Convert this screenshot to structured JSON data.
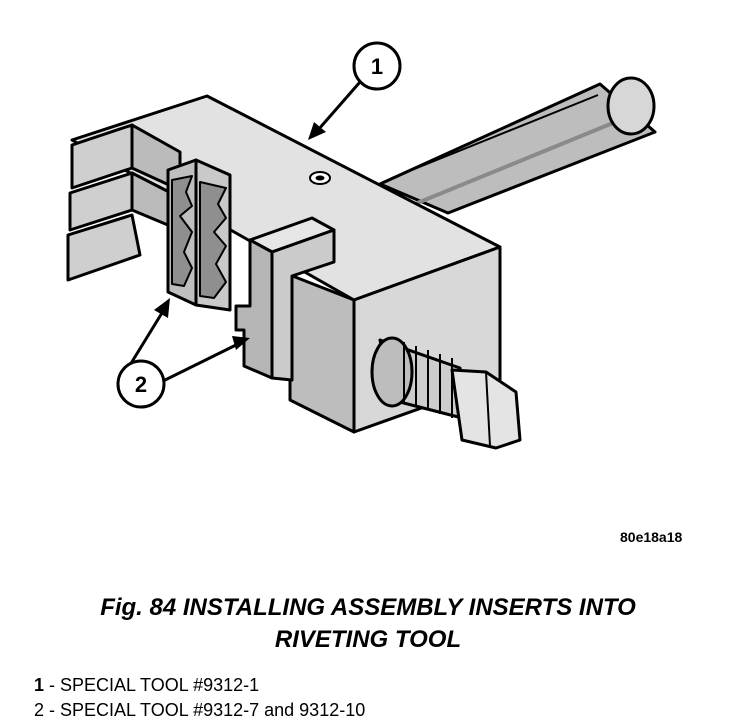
{
  "figure": {
    "code": "80e18a18",
    "caption_line1": "Fig. 84 INSTALLING ASSEMBLY INSERTS INTO",
    "caption_line2": "RIVETING TOOL"
  },
  "callouts": [
    {
      "number": "1"
    },
    {
      "number": "2"
    }
  ],
  "legend": [
    {
      "number": "1",
      "separator": " - ",
      "text": "SPECIAL TOOL #9312-1"
    },
    {
      "number": "2",
      "separator": " - ",
      "text": "SPECIAL TOOL #9312-7 and 9312-10"
    }
  ]
}
